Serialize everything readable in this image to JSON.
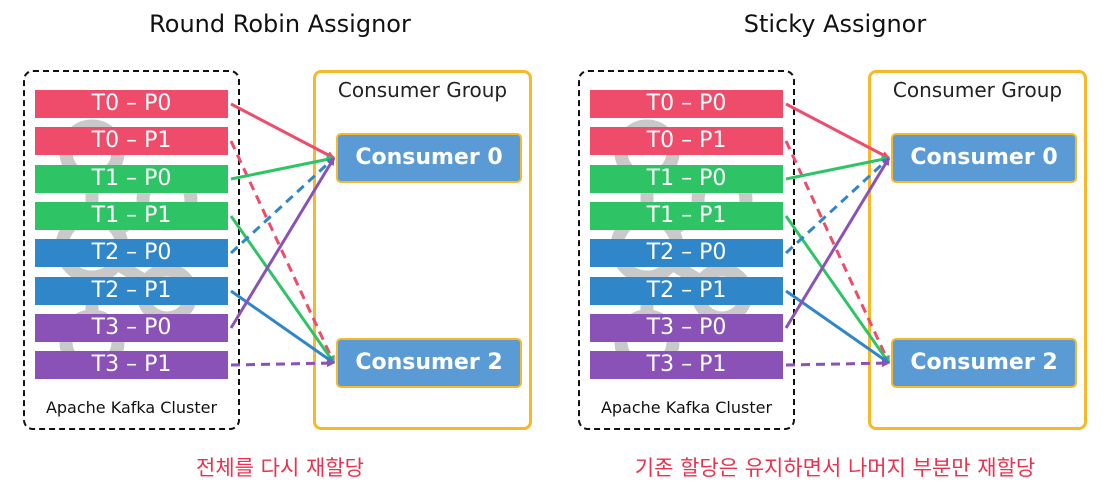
{
  "panels": [
    {
      "title": "Round Robin Assignor",
      "cluster_label": "Apache Kafka Cluster",
      "group_label": "Consumer Group",
      "consumers": [
        "Consumer 0",
        "Consumer 2"
      ],
      "note": "전체를 다시 재할당"
    },
    {
      "title": "Sticky Assignor",
      "cluster_label": "Apache Kafka Cluster",
      "group_label": "Consumer Group",
      "consumers": [
        "Consumer 0",
        "Consumer 2"
      ],
      "note": "기존 할당은 유지하면서 나머지 부분만 재할당"
    }
  ],
  "partitions": [
    {
      "label": "T0 – P0",
      "color": "#ef4b6a"
    },
    {
      "label": "T0 – P1",
      "color": "#ef4b6a"
    },
    {
      "label": "T1 – P0",
      "color": "#2ec466"
    },
    {
      "label": "T1 – P1",
      "color": "#2ec466"
    },
    {
      "label": "T2 – P0",
      "color": "#2f86c8"
    },
    {
      "label": "T2 – P1",
      "color": "#2f86c8"
    },
    {
      "label": "T3 – P0",
      "color": "#8a52b6"
    },
    {
      "label": "T3 – P1",
      "color": "#8a52b6"
    }
  ],
  "assignments": [
    [
      {
        "from": 0,
        "to": 0,
        "dashed": false
      },
      {
        "from": 1,
        "to": 1,
        "dashed": true
      },
      {
        "from": 2,
        "to": 0,
        "dashed": false
      },
      {
        "from": 3,
        "to": 1,
        "dashed": false
      },
      {
        "from": 4,
        "to": 0,
        "dashed": true
      },
      {
        "from": 5,
        "to": 1,
        "dashed": false
      },
      {
        "from": 6,
        "to": 0,
        "dashed": false
      },
      {
        "from": 7,
        "to": 1,
        "dashed": true
      }
    ],
    [
      {
        "from": 0,
        "to": 0,
        "dashed": false
      },
      {
        "from": 1,
        "to": 1,
        "dashed": true
      },
      {
        "from": 2,
        "to": 0,
        "dashed": false
      },
      {
        "from": 3,
        "to": 1,
        "dashed": false
      },
      {
        "from": 4,
        "to": 0,
        "dashed": true
      },
      {
        "from": 5,
        "to": 1,
        "dashed": false
      },
      {
        "from": 6,
        "to": 0,
        "dashed": false
      },
      {
        "from": 7,
        "to": 1,
        "dashed": true
      }
    ]
  ],
  "icons": [
    "kafka-logo-icon"
  ]
}
